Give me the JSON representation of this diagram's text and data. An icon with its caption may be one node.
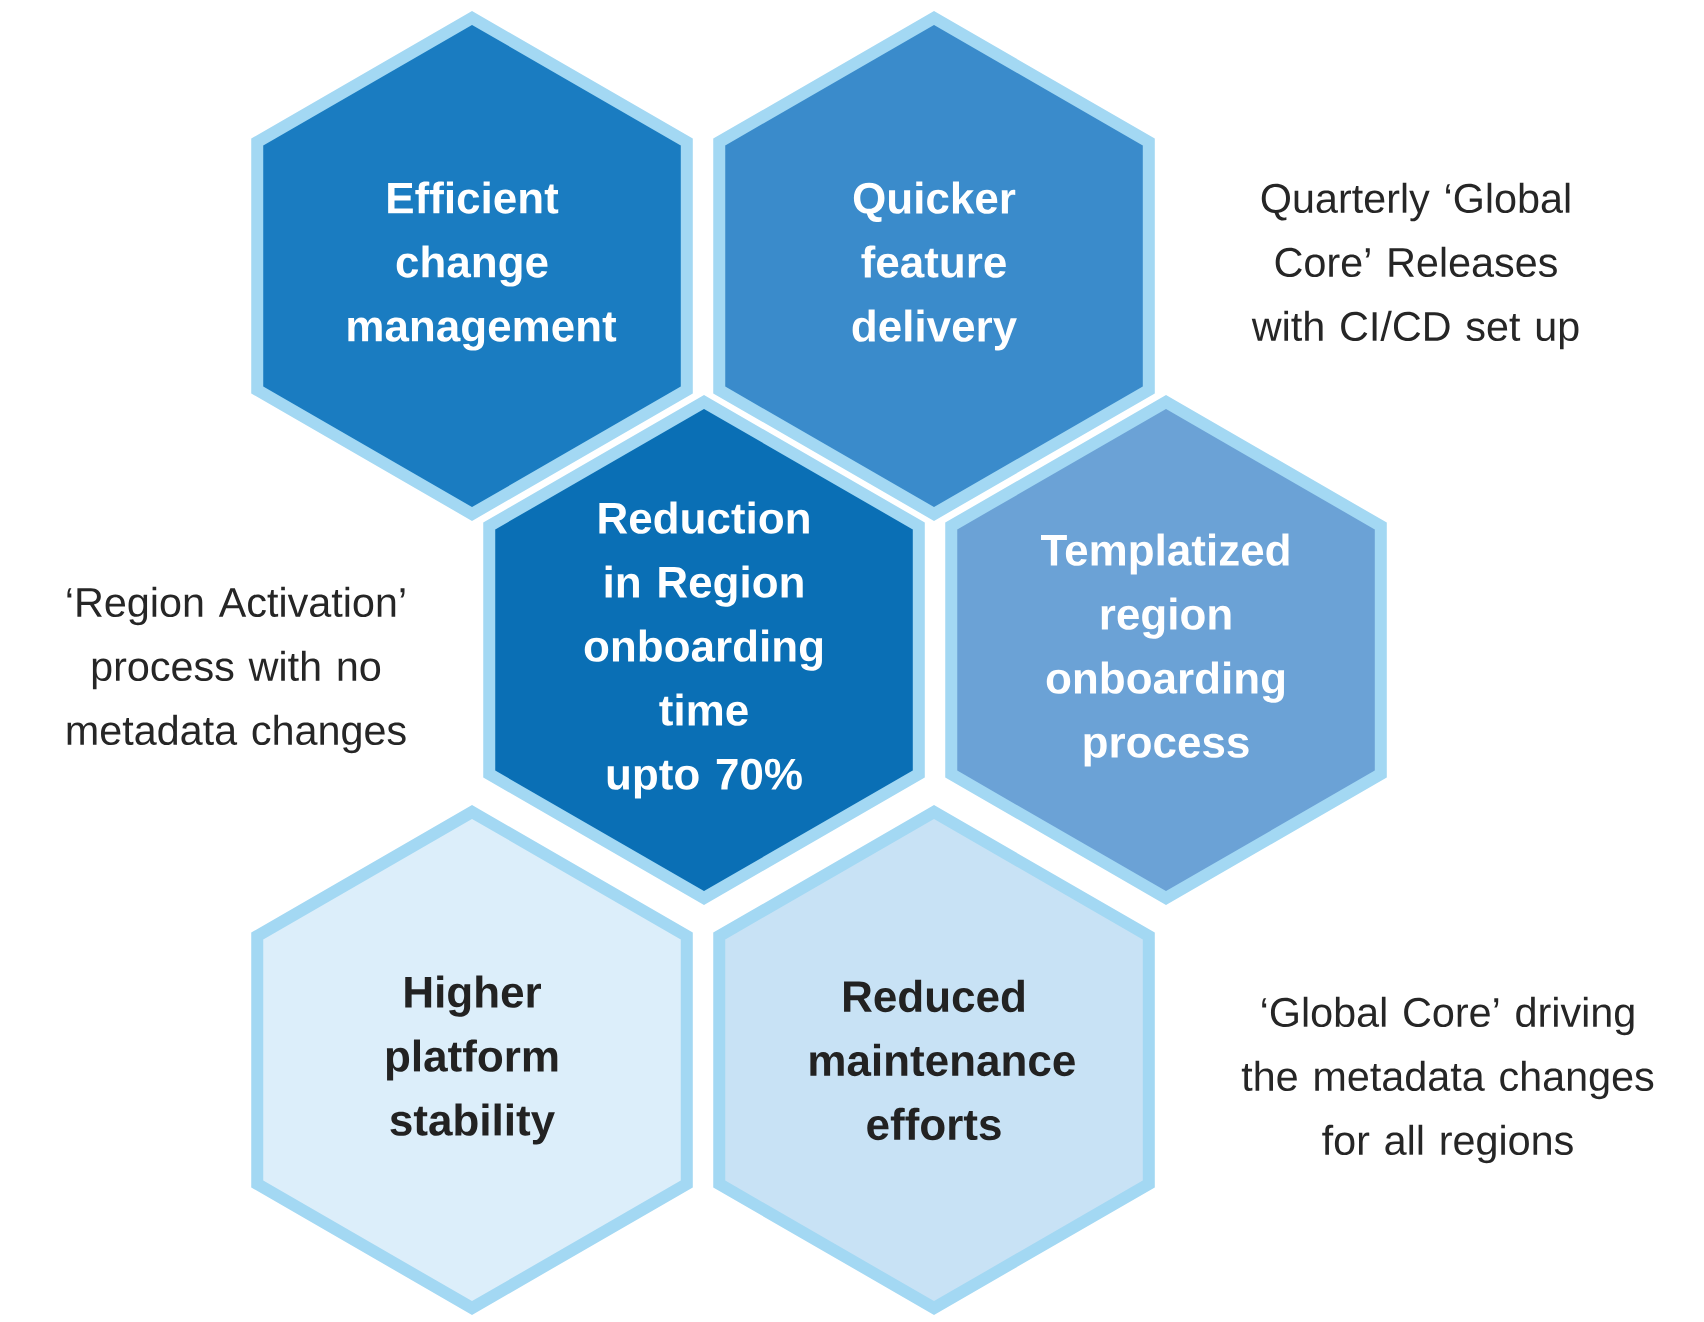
{
  "diagram": {
    "nodes": [
      {
        "text": [
          "Efficient change management"
        ]
      },
      {
        "text": [
          "Quicker feature delivery"
        ]
      },
      {
        "text": [
          "Reduction in Region onboarding time upto 70%"
        ]
      },
      {
        "text": [
          "Templatized region onboarding process"
        ]
      },
      {
        "text": [
          "Higher platform stability"
        ]
      },
      {
        "text": [
          "Reduced maintenance efforts"
        ]
      }
    ],
    "labels": [
      "Quarterly ‘Global Core’ Releases with CI/CD set up",
      "‘Region Activation’ process with no metadata changes",
      "‘Global Core’ driving the metadata changes for all regions"
    ]
  }
}
